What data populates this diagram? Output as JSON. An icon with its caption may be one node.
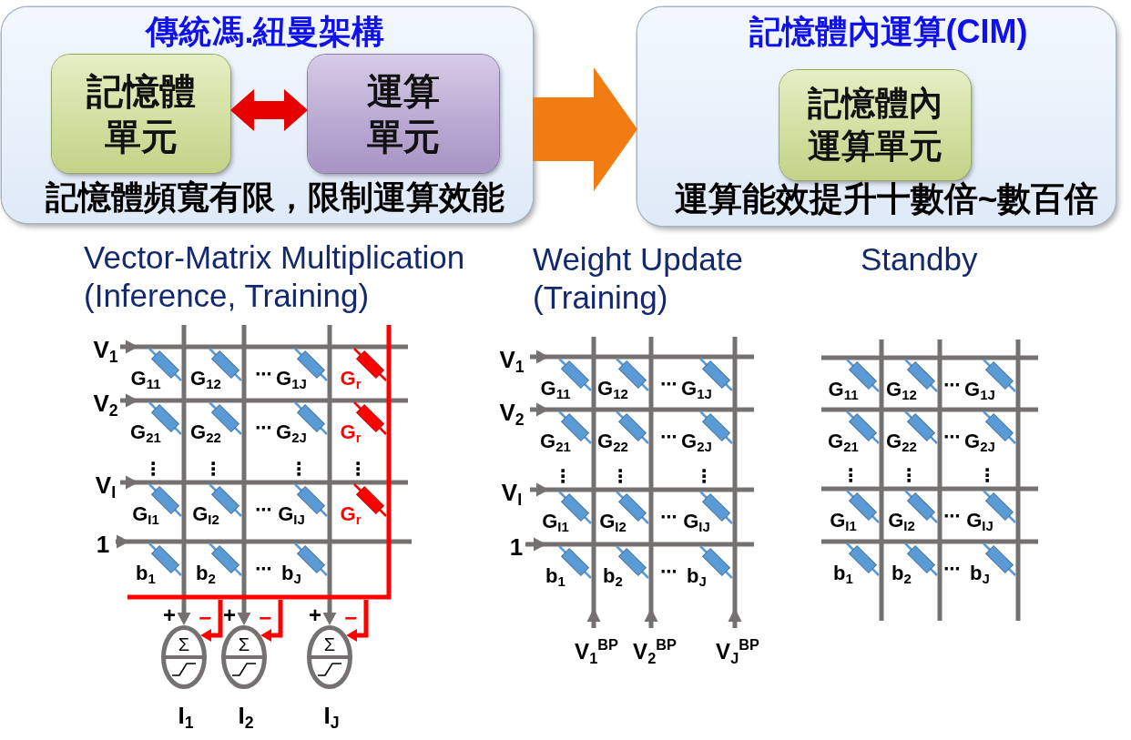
{
  "diagram": {
    "nodes": [
      {
        "text": [
          "傳統馮.紐曼架構",
          "記憶體頻寬有限，限制運算效能"
        ]
      },
      {
        "text": [
          "記憶體單元"
        ],
        "in": 0
      },
      {
        "text": [
          "運算單元"
        ],
        "in": 0
      },
      {
        "text": [
          "記憶體內運算(CIM)",
          "運算能效提升十數倍~數百倍"
        ]
      },
      {
        "text": [
          "記憶體內運算單元"
        ],
        "in": 3
      },
      {
        "text": [],
        "shape": "picture"
      },
      {
        "text": [],
        "shape": "picture"
      },
      {
        "text": [],
        "shape": "picture"
      },
      {
        "text": [
          "Σ"
        ],
        "beside": [
          "I$_{1}$"
        ]
      },
      {
        "text": [
          "Σ"
        ],
        "beside": [
          "I$_{2}$"
        ]
      },
      {
        "text": [
          "Σ"
        ],
        "beside": [
          "I$_{J}$"
        ]
      }
    ],
    "edges": [
      {
        "from": 1,
        "to": 2,
        "arrow": "both",
        "style": "thick",
        "color": "#e60000"
      },
      {
        "from": 0,
        "to": 3,
        "arrow": "to",
        "style": "thick",
        "color": "#f07c12"
      },
      {
        "from": 5,
        "to": 8,
        "arrow": "to",
        "label": "+"
      },
      {
        "from": 5,
        "to": 8,
        "arrow": "to",
        "label": "−",
        "color": "#ff0000"
      },
      {
        "from": 5,
        "to": 9,
        "arrow": "to",
        "label": "+"
      },
      {
        "from": 5,
        "to": 9,
        "arrow": "to",
        "label": "−",
        "color": "#ff0000"
      },
      {
        "from": 5,
        "to": 10,
        "arrow": "to",
        "label": "+"
      },
      {
        "from": 5,
        "to": 10,
        "arrow": "to",
        "label": "−",
        "color": "#ff0000"
      }
    ],
    "labels": [
      "Vector-Matrix Multiplication (Inference, Training)",
      "Weight Update (Training)",
      "Standby",
      "V$_{1}$",
      "G$_{11}$",
      "G$_{12}$",
      "⋯",
      "G$_{1J}$",
      "G$_{r}$",
      "V$_{2}$",
      "G$_{21}$",
      "G$_{22}$",
      "⋯",
      "G$_{2J}$",
      "G$_{r}$",
      "⋮",
      "⋮",
      "⋮",
      "⋮",
      "V$_{I}$",
      "G$_{I1}$",
      "G$_{I2}$",
      "⋯",
      "G$_{IJ}$",
      "G$_{r}$",
      "1",
      "b$_{1}$",
      "b$_{2}$",
      "⋯",
      "b$_{J}$",
      "V$_{1}$",
      "G$_{11}$",
      "G$_{12}$",
      "⋯",
      "G$_{1J}$",
      "V$_{2}$",
      "G$_{21}$",
      "G$_{22}$",
      "⋯",
      "G$_{2J}$",
      "⋮",
      "⋮",
      "⋮",
      "V$_{I}$",
      "G$_{I1}$",
      "G$_{I2}$",
      "⋯",
      "G$_{IJ}$",
      "1",
      "b$_{1}$",
      "b$_{2}$",
      "⋯",
      "b$_{J}$",
      "V$_{1}$$^{BP}$",
      "V$_{2}$$^{BP}$",
      "V$_{J}$$^{BP}$",
      "G$_{11}$",
      "G$_{12}$",
      "⋯",
      "G$_{1J}$",
      "G$_{21}$",
      "G$_{22}$",
      "⋯",
      "G$_{2J}$",
      "⋮",
      "⋮",
      "⋮",
      "G$_{I1}$",
      "G$_{I2}$",
      "⋯",
      "G$_{IJ}$",
      "b$_{1}$",
      "b$_{2}$",
      "⋯",
      "b$_{J}$"
    ]
  }
}
